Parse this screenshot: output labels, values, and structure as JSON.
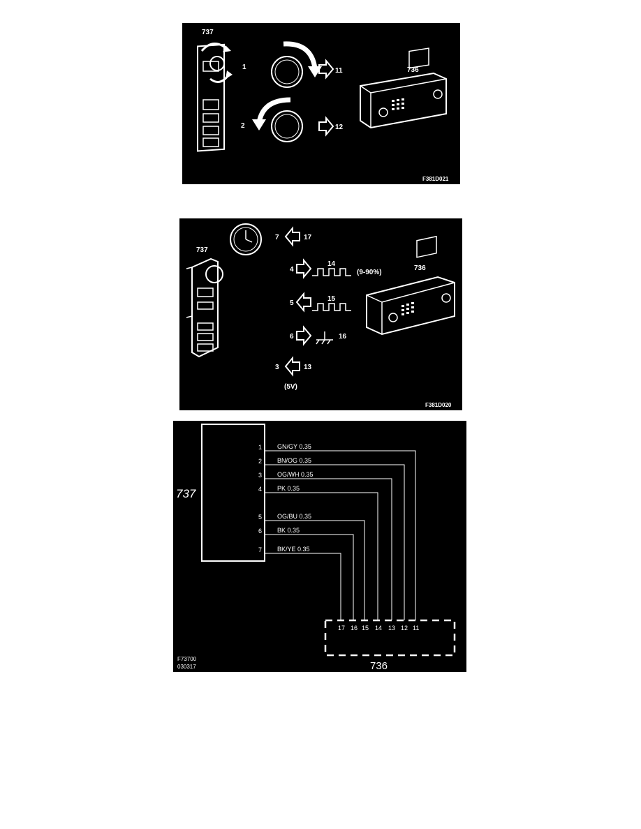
{
  "panel1": {
    "labels": {
      "switch": "737",
      "unit": "736",
      "n1": "1",
      "n2": "2",
      "n11": "11",
      "n12": "12",
      "code": "F381D021"
    }
  },
  "panel2": {
    "labels": {
      "switch": "737",
      "unit": "736",
      "n7": "7",
      "n17": "17",
      "n4": "4",
      "n14": "14",
      "duty": "(9-90%)",
      "n5": "5",
      "n15": "15",
      "n6": "6",
      "n16": "16",
      "n3": "3",
      "n13": "13",
      "volt": "(5V)",
      "code": "F381D020"
    }
  },
  "panel3": {
    "switch_label": "737",
    "unit_label": "736",
    "code1": "F73700",
    "code2": "030317",
    "wires": [
      {
        "pin": "1",
        "label": "GN/GY  0.35",
        "dest": "11"
      },
      {
        "pin": "2",
        "label": "BN/OG  0.35",
        "dest": "12"
      },
      {
        "pin": "3",
        "label": "OG/WH  0.35",
        "dest": "13"
      },
      {
        "pin": "4",
        "label": "PK  0.35",
        "dest": "14"
      },
      {
        "pin": "5",
        "label": "OG/BU  0.35",
        "dest": "15"
      },
      {
        "pin": "6",
        "label": "BK  0.35",
        "dest": "16"
      },
      {
        "pin": "7",
        "label": "BK/YE  0.35",
        "dest": "17"
      }
    ],
    "connector_pins": [
      "17",
      "16",
      "15",
      "14",
      "13",
      "12",
      "11"
    ]
  }
}
